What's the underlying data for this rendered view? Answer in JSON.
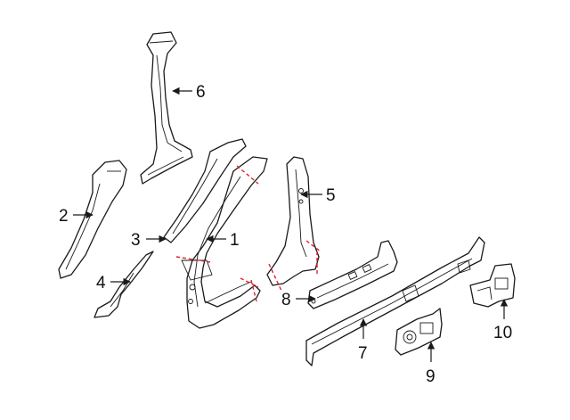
{
  "colors": {
    "line": "#1a1a1a",
    "cut_line": "#e0212b",
    "background": "#ffffff"
  },
  "callouts": [
    {
      "id": "1",
      "label": "1"
    },
    {
      "id": "2",
      "label": "2"
    },
    {
      "id": "3",
      "label": "3"
    },
    {
      "id": "4",
      "label": "4"
    },
    {
      "id": "5",
      "label": "5"
    },
    {
      "id": "6",
      "label": "6"
    },
    {
      "id": "7",
      "label": "7"
    },
    {
      "id": "8",
      "label": "8"
    },
    {
      "id": "9",
      "label": "9"
    },
    {
      "id": "10",
      "label": "10"
    }
  ]
}
